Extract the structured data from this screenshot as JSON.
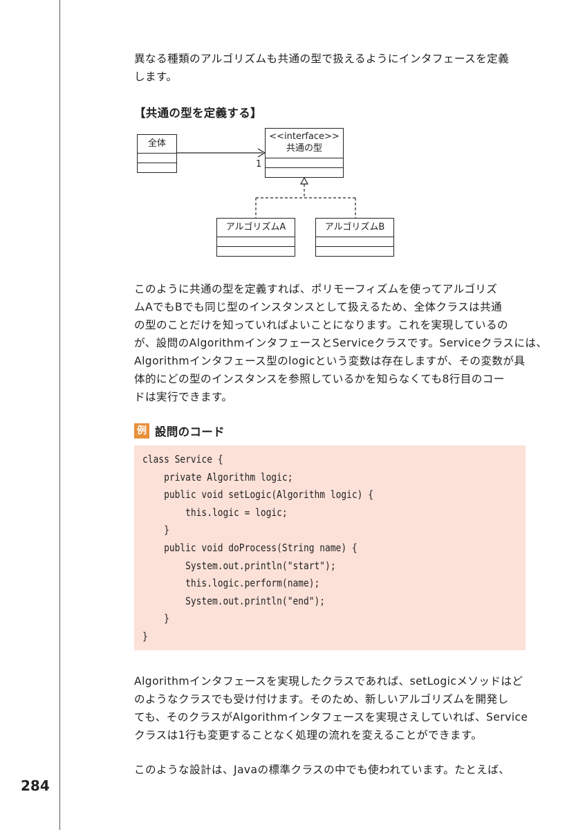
{
  "intro": {
    "lines": [
      "異なる種類のアルゴリズムも共通の型で扱えるようにインタフェースを定義",
      "します。"
    ]
  },
  "section": {
    "heading": "【共通の型を定義する】"
  },
  "uml": {
    "whole_class": "全体",
    "interface_stereotype": "<<interface>>",
    "interface_name": "共通の型",
    "multiplicity": "1",
    "algo_a": "アルゴリズムA",
    "algo_b": "アルゴリズムB"
  },
  "body1": {
    "lines": [
      "このように共通の型を定義すれば、ポリモーフィズムを使ってアルゴリズ",
      "ムAでもBでも同じ型のインスタンスとして扱えるため、全体クラスは共通",
      "の型のことだけを知っていればよいことになります。これを実現しているの",
      "が、設問のAlgorithmインタフェースとServiceクラスです。Serviceクラスには、",
      "Algorithmインタフェース型のlogicという変数は存在しますが、その変数が具",
      "体的にどの型のインスタンスを参照しているかを知らなくても8行目のコー",
      "ドは実行できます。"
    ]
  },
  "example": {
    "badge": "例",
    "title": "設問のコード",
    "code_lines": [
      "class Service {",
      "    private Algorithm logic;",
      "    public void setLogic(Algorithm logic) {",
      "        this.logic = logic;",
      "    }",
      "    public void doProcess(String name) {",
      "        System.out.println(\"start\");",
      "        this.logic.perform(name);",
      "        System.out.println(\"end\");",
      "    }",
      "}"
    ]
  },
  "body2": {
    "lines": [
      "Algorithmインタフェースを実現したクラスであれば、setLogicメソッドはど",
      "のようなクラスでも受け付けます。そのため、新しいアルゴリズムを開発し",
      "ても、そのクラスがAlgorithmインタフェースを実現さえしていれば、Service",
      "クラスは1行も変更することなく処理の流れを変えることができます。"
    ]
  },
  "body3": {
    "lines": [
      "このような設計は、Javaの標準クラスの中でも使われています。たとえば、"
    ]
  },
  "page_number": "284"
}
